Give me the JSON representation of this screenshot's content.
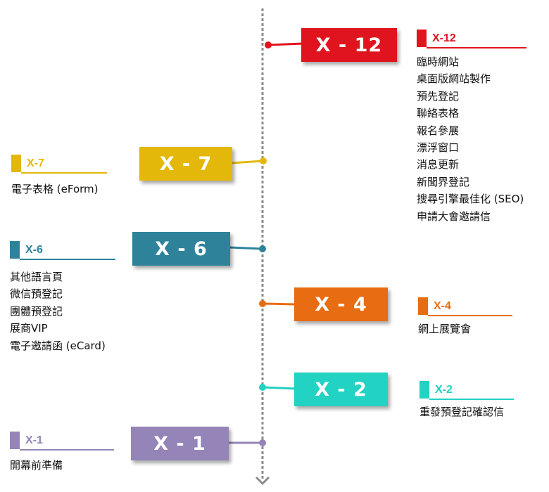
{
  "milestones": [
    {
      "id": "x12",
      "box_label": "X - 12",
      "title": "X-12",
      "color": "#e0141e",
      "items": [
        "臨時網站",
        "桌面版網站製作",
        "預先登記",
        "聯絡表格",
        "報名參展",
        "漂浮窗口",
        "消息更新",
        "新聞界登記",
        "搜尋引擎最佳化 (SEO)",
        "申請大會邀請信"
      ]
    },
    {
      "id": "x7",
      "box_label": "X - 7",
      "title": "X-7",
      "color": "#e4b80a",
      "items": [
        "電子表格 (eForm)"
      ]
    },
    {
      "id": "x6",
      "box_label": "X - 6",
      "title": "X-6",
      "color": "#2e839b",
      "items": [
        "其他語言頁",
        "微信預登記",
        "團體預登記",
        "展商VIP",
        "電子邀請函 (eCard)"
      ]
    },
    {
      "id": "x4",
      "box_label": "X - 4",
      "title": "X-4",
      "color": "#e86c12",
      "items": [
        "網上展覽會"
      ]
    },
    {
      "id": "x2",
      "box_label": "X - 2",
      "title": "X-2",
      "color": "#22d2c2",
      "items": [
        "重發預登記確認信"
      ]
    },
    {
      "id": "x1",
      "box_label": "X - 1",
      "title": "X-1",
      "color": "#9484b8",
      "items": [
        "開幕前準備"
      ]
    }
  ],
  "axis_color": "#8c8c8c"
}
